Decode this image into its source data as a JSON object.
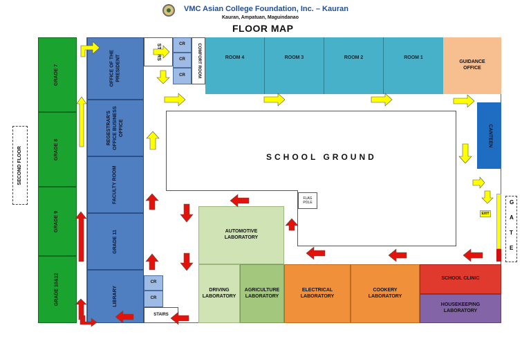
{
  "header": {
    "institution": "VMC Asian College Foundation, Inc. – Kauran",
    "address": "Kauran, Ampatuan, Maguindanao",
    "title": "FLOOR MAP",
    "logo_icon": "school-seal-icon"
  },
  "colors": {
    "green": "#1aa32f",
    "blue": "#4f7fc1",
    "teal": "#46b1c9",
    "orange": "#f0903a",
    "red": "#e03a2e",
    "purple": "#8264a7",
    "arrow_yellow": "#ffff00",
    "arrow_red": "#e3120b"
  },
  "labels": {
    "second_floor": "SECOND FLOOR",
    "grade7": "GRADE 7",
    "grade8": "GRADE 8",
    "grade9": "GRADE 9",
    "grade10_12": "GRADE 10&12",
    "office_president": "OFFICE OF THE PRESIDENT",
    "registrar": "REGESTRAR'S OFFICE BUSINESS OFFICE",
    "faculty": "FACULTY ROOM",
    "grade11": "GRADE 11",
    "library": "LIBRARY",
    "stairs_top": "STAIRS",
    "stairs_bottom": "STAIRS",
    "cr": "CR",
    "comfort_room": "COMFORT ROOM",
    "room4": "ROOM 4",
    "room3": "ROOM 3",
    "room2": "ROOM 2",
    "room1": "ROOM 1",
    "guidance": "GUIDANCE OFFICE",
    "canteen": "CANTEEN",
    "school_ground": "SCHOOL GROUND",
    "flag_pole": "FLAG POLE",
    "automotive": "AUTOMOTIVE LABORATORY",
    "driving": "DRIVING LABORATORY",
    "agriculture": "AGRICULTURE LABORATORY",
    "electrical": "ELECTRICAL LABORATORY",
    "cookery": "COOKERY LABORATORY",
    "clinic": "SCHOOL CLINIC",
    "housekeeping": "HOUSEKEEPING LABORATORY",
    "exit": "EXIT",
    "gate": [
      "G",
      "A",
      "T",
      "E"
    ]
  }
}
